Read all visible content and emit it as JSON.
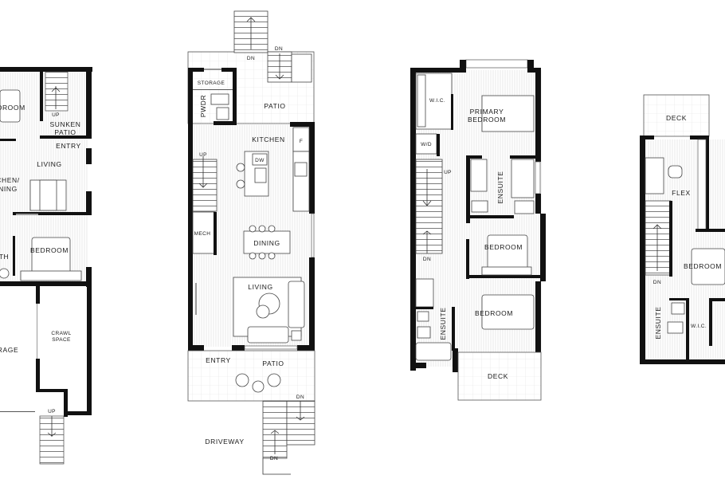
{
  "colors": {
    "wall": "#111111",
    "line": "#333333",
    "background": "#ffffff"
  },
  "plan_lower": {
    "bedroom_top": "DROOM",
    "up": "UP",
    "sunken_1": "SUNKEN",
    "sunken_2": "PATIO",
    "entry": "ENTRY",
    "living": "LIVING",
    "kitchen_1": "CHEN/",
    "kitchen_2": "NING",
    "bedroom": "BEDROOM",
    "bath": "TH",
    "crawl_1": "CRAWL",
    "crawl_2": "SPACE",
    "garage": "RAGE",
    "up_bottom": "UP"
  },
  "plan_main": {
    "dn_top": "DN",
    "dn_top_right": "DN",
    "storage": "STORAGE",
    "pwdr": "PWDR",
    "patio_top": "PATIO",
    "kitchen": "KITCHEN",
    "fridge": "F",
    "dishwasher": "DW",
    "up": "UP",
    "mech": "MECH",
    "dining": "DINING",
    "living": "LIVING",
    "entry": "ENTRY",
    "patio_bottom": "PATIO",
    "dn_right": "DN",
    "driveway": "DRIVEWAY",
    "dn_bottom": "DN"
  },
  "plan_upper": {
    "wic": "W.I.C.",
    "primary_1": "PRIMARY",
    "primary_2": "BEDROOM",
    "wd": "W/D",
    "up": "UP",
    "ensuite_top": "ENSUITE",
    "dn": "DN",
    "bedroom_mid": "BEDROOM",
    "bedroom_bottom": "BEDROOM",
    "ensuite_bottom": "ENSUITE",
    "deck": "DECK"
  },
  "plan_top": {
    "deck": "DECK",
    "flex": "FLEX",
    "dn": "DN",
    "bedroom": "BEDROOM",
    "ensuite": "ENSUITE",
    "wic": "W.I.C."
  }
}
